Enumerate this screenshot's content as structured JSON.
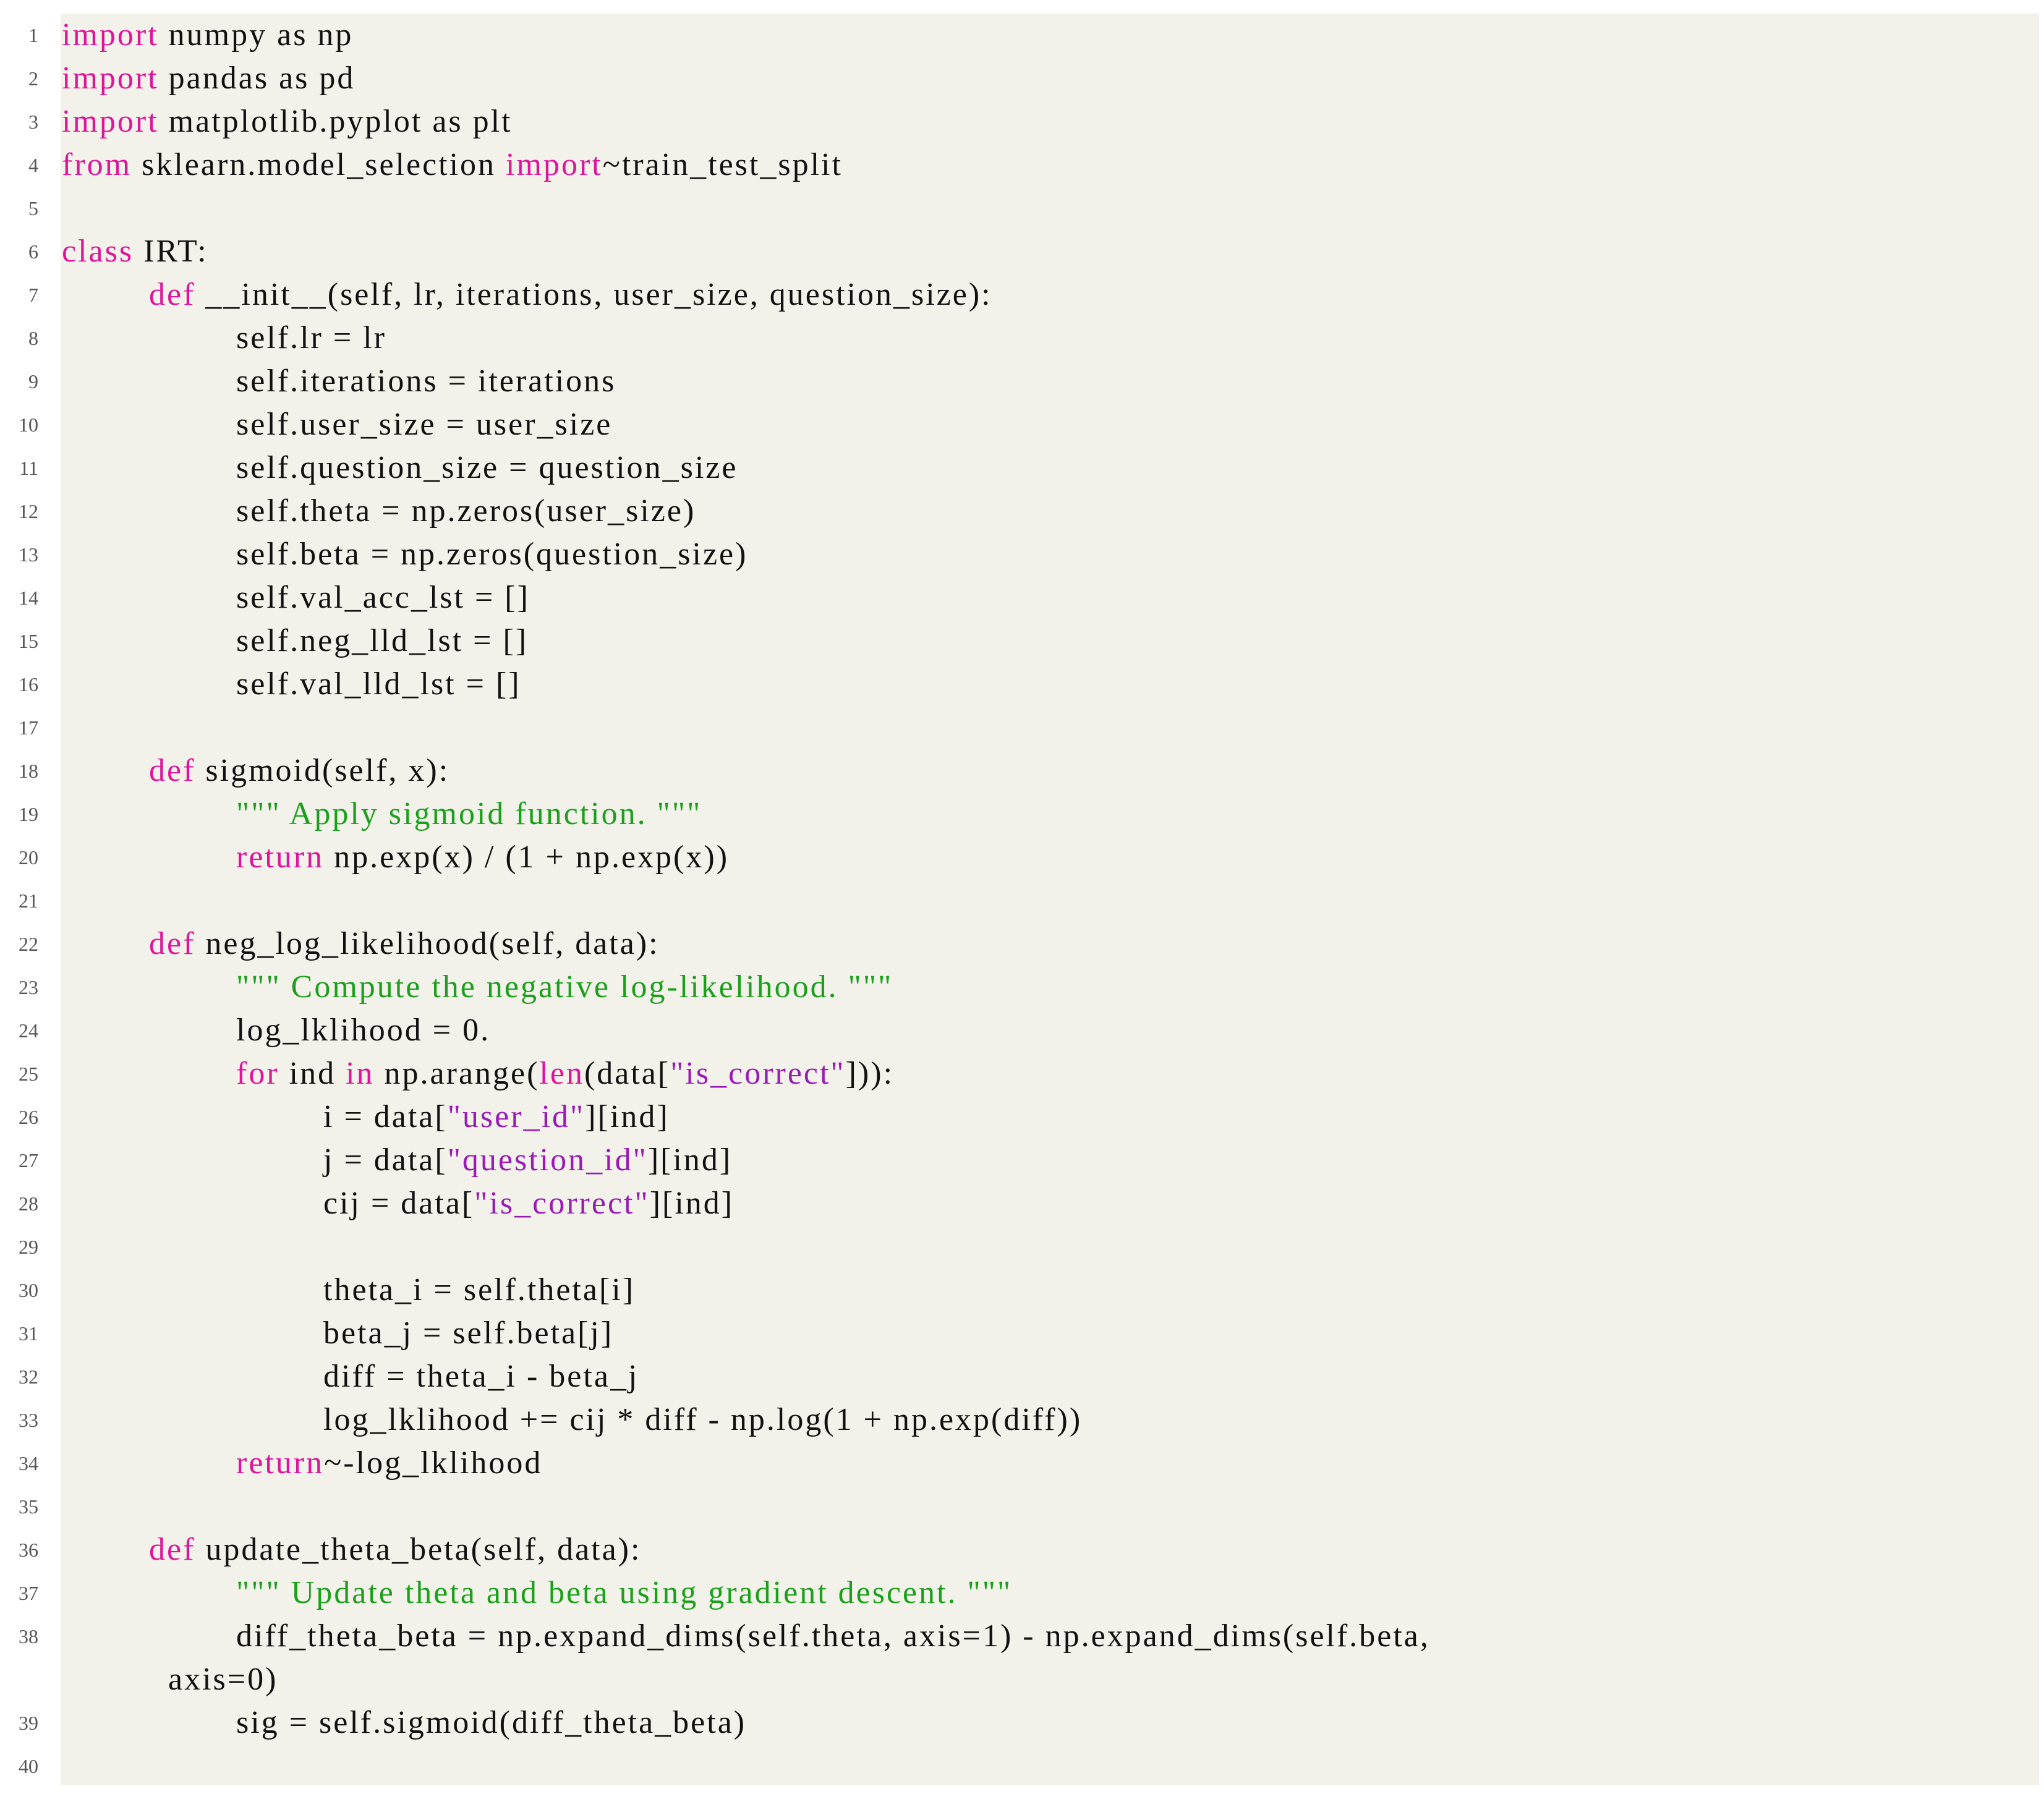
{
  "colors": {
    "background": "#ffffff",
    "code_background": "#f2f1ea",
    "keyword": "#e0139b",
    "string": "#9a1ab8",
    "docstring": "#1aa01a",
    "text": "#111111",
    "line_number": "#555555"
  },
  "code": {
    "lines": [
      {
        "n": "1",
        "indent": 0,
        "tokens": [
          {
            "t": "import",
            "c": "kw"
          },
          {
            "t": " numpy as np",
            "c": "plain"
          }
        ]
      },
      {
        "n": "2",
        "indent": 0,
        "tokens": [
          {
            "t": "import",
            "c": "kw"
          },
          {
            "t": " pandas as pd",
            "c": "plain"
          }
        ]
      },
      {
        "n": "3",
        "indent": 0,
        "tokens": [
          {
            "t": "import",
            "c": "kw"
          },
          {
            "t": " matplotlib.pyplot as plt",
            "c": "plain"
          }
        ]
      },
      {
        "n": "4",
        "indent": 0,
        "tokens": [
          {
            "t": "from",
            "c": "kw"
          },
          {
            "t": " sklearn.model_selection ",
            "c": "plain"
          },
          {
            "t": "import",
            "c": "kw"
          },
          {
            "t": "~train_test_split",
            "c": "plain"
          }
        ]
      },
      {
        "n": "5",
        "indent": 0,
        "tokens": []
      },
      {
        "n": "6",
        "indent": 0,
        "tokens": [
          {
            "t": "class",
            "c": "kw"
          },
          {
            "t": " IRT:",
            "c": "plain"
          }
        ]
      },
      {
        "n": "7",
        "indent": 1,
        "tokens": [
          {
            "t": "def",
            "c": "kw"
          },
          {
            "t": " __init__(self, lr, iterations, user_size, question_size):",
            "c": "plain"
          }
        ]
      },
      {
        "n": "8",
        "indent": 2,
        "tokens": [
          {
            "t": "self.lr = lr",
            "c": "plain"
          }
        ]
      },
      {
        "n": "9",
        "indent": 2,
        "tokens": [
          {
            "t": "self.iterations = iterations",
            "c": "plain"
          }
        ]
      },
      {
        "n": "10",
        "indent": 2,
        "tokens": [
          {
            "t": "self.user_size = user_size",
            "c": "plain"
          }
        ]
      },
      {
        "n": "11",
        "indent": 2,
        "tokens": [
          {
            "t": "self.question_size = question_size",
            "c": "plain"
          }
        ]
      },
      {
        "n": "12",
        "indent": 2,
        "tokens": [
          {
            "t": "self.theta = np.zeros(user_size)",
            "c": "plain"
          }
        ]
      },
      {
        "n": "13",
        "indent": 2,
        "tokens": [
          {
            "t": "self.beta = np.zeros(question_size)",
            "c": "plain"
          }
        ]
      },
      {
        "n": "14",
        "indent": 2,
        "tokens": [
          {
            "t": "self.val_acc_lst = []",
            "c": "plain"
          }
        ]
      },
      {
        "n": "15",
        "indent": 2,
        "tokens": [
          {
            "t": "self.neg_lld_lst = []",
            "c": "plain"
          }
        ]
      },
      {
        "n": "16",
        "indent": 2,
        "tokens": [
          {
            "t": "self.val_lld_lst = []",
            "c": "plain"
          }
        ]
      },
      {
        "n": "17",
        "indent": 0,
        "tokens": []
      },
      {
        "n": "18",
        "indent": 1,
        "tokens": [
          {
            "t": "def",
            "c": "kw"
          },
          {
            "t": " sigmoid(self, x):",
            "c": "plain"
          }
        ]
      },
      {
        "n": "19",
        "indent": 2,
        "tokens": [
          {
            "t": "\"\"\" Apply sigmoid function. \"\"\"",
            "c": "doc"
          }
        ]
      },
      {
        "n": "20",
        "indent": 2,
        "tokens": [
          {
            "t": "return",
            "c": "kw"
          },
          {
            "t": " np.exp(x) / (1 + np.exp(x))",
            "c": "plain"
          }
        ]
      },
      {
        "n": "21",
        "indent": 0,
        "tokens": []
      },
      {
        "n": "22",
        "indent": 1,
        "tokens": [
          {
            "t": "def",
            "c": "kw"
          },
          {
            "t": " neg_log_likelihood(self, data):",
            "c": "plain"
          }
        ]
      },
      {
        "n": "23",
        "indent": 2,
        "tokens": [
          {
            "t": "\"\"\" Compute the negative log-likelihood. \"\"\"",
            "c": "doc"
          }
        ]
      },
      {
        "n": "24",
        "indent": 2,
        "tokens": [
          {
            "t": "log_lklihood = 0.",
            "c": "plain"
          }
        ]
      },
      {
        "n": "25",
        "indent": 2,
        "tokens": [
          {
            "t": "for",
            "c": "kw"
          },
          {
            "t": " ind ",
            "c": "plain"
          },
          {
            "t": "in",
            "c": "kw"
          },
          {
            "t": " np.arange(",
            "c": "plain"
          },
          {
            "t": "len",
            "c": "kw"
          },
          {
            "t": "(data[",
            "c": "plain"
          },
          {
            "t": "\"is_correct\"",
            "c": "str"
          },
          {
            "t": "])):",
            "c": "plain"
          }
        ]
      },
      {
        "n": "26",
        "indent": 3,
        "tokens": [
          {
            "t": "i = data[",
            "c": "plain"
          },
          {
            "t": "\"user_id\"",
            "c": "str"
          },
          {
            "t": "][ind]",
            "c": "plain"
          }
        ]
      },
      {
        "n": "27",
        "indent": 3,
        "tokens": [
          {
            "t": "j = data[",
            "c": "plain"
          },
          {
            "t": "\"question_id\"",
            "c": "str"
          },
          {
            "t": "][ind]",
            "c": "plain"
          }
        ]
      },
      {
        "n": "28",
        "indent": 3,
        "tokens": [
          {
            "t": "cij = data[",
            "c": "plain"
          },
          {
            "t": "\"is_correct\"",
            "c": "str"
          },
          {
            "t": "][ind]",
            "c": "plain"
          }
        ]
      },
      {
        "n": "29",
        "indent": 0,
        "tokens": []
      },
      {
        "n": "30",
        "indent": 3,
        "tokens": [
          {
            "t": "theta_i = self.theta[i]",
            "c": "plain"
          }
        ]
      },
      {
        "n": "31",
        "indent": 3,
        "tokens": [
          {
            "t": "beta_j = self.beta[j]",
            "c": "plain"
          }
        ]
      },
      {
        "n": "32",
        "indent": 3,
        "tokens": [
          {
            "t": "diff = theta_i - beta_j",
            "c": "plain"
          }
        ]
      },
      {
        "n": "33",
        "indent": 3,
        "tokens": [
          {
            "t": "log_lklihood += cij * diff - np.log(1 + np.exp(diff))",
            "c": "plain"
          }
        ]
      },
      {
        "n": "34",
        "indent": 2,
        "tokens": [
          {
            "t": "return",
            "c": "kw"
          },
          {
            "t": "~-log_lklihood",
            "c": "plain"
          }
        ]
      },
      {
        "n": "35",
        "indent": 0,
        "tokens": []
      },
      {
        "n": "36",
        "indent": 1,
        "tokens": [
          {
            "t": "def",
            "c": "kw"
          },
          {
            "t": " update_theta_beta(self, data):",
            "c": "plain"
          }
        ]
      },
      {
        "n": "37",
        "indent": 2,
        "tokens": [
          {
            "t": "\"\"\" Update theta and beta using gradient descent. \"\"\"",
            "c": "doc"
          }
        ]
      },
      {
        "n": "38",
        "indent": 2,
        "tokens": [
          {
            "t": "diff_theta_beta = np.expand_dims(self.theta, axis=1) - np.expand_dims(self.beta,",
            "c": "plain"
          }
        ],
        "continuation": "axis=0)"
      },
      {
        "n": "39",
        "indent": 2,
        "tokens": [
          {
            "t": "sig = self.sigmoid(diff_theta_beta)",
            "c": "plain"
          }
        ]
      },
      {
        "n": "40",
        "indent": 0,
        "tokens": []
      }
    ]
  }
}
